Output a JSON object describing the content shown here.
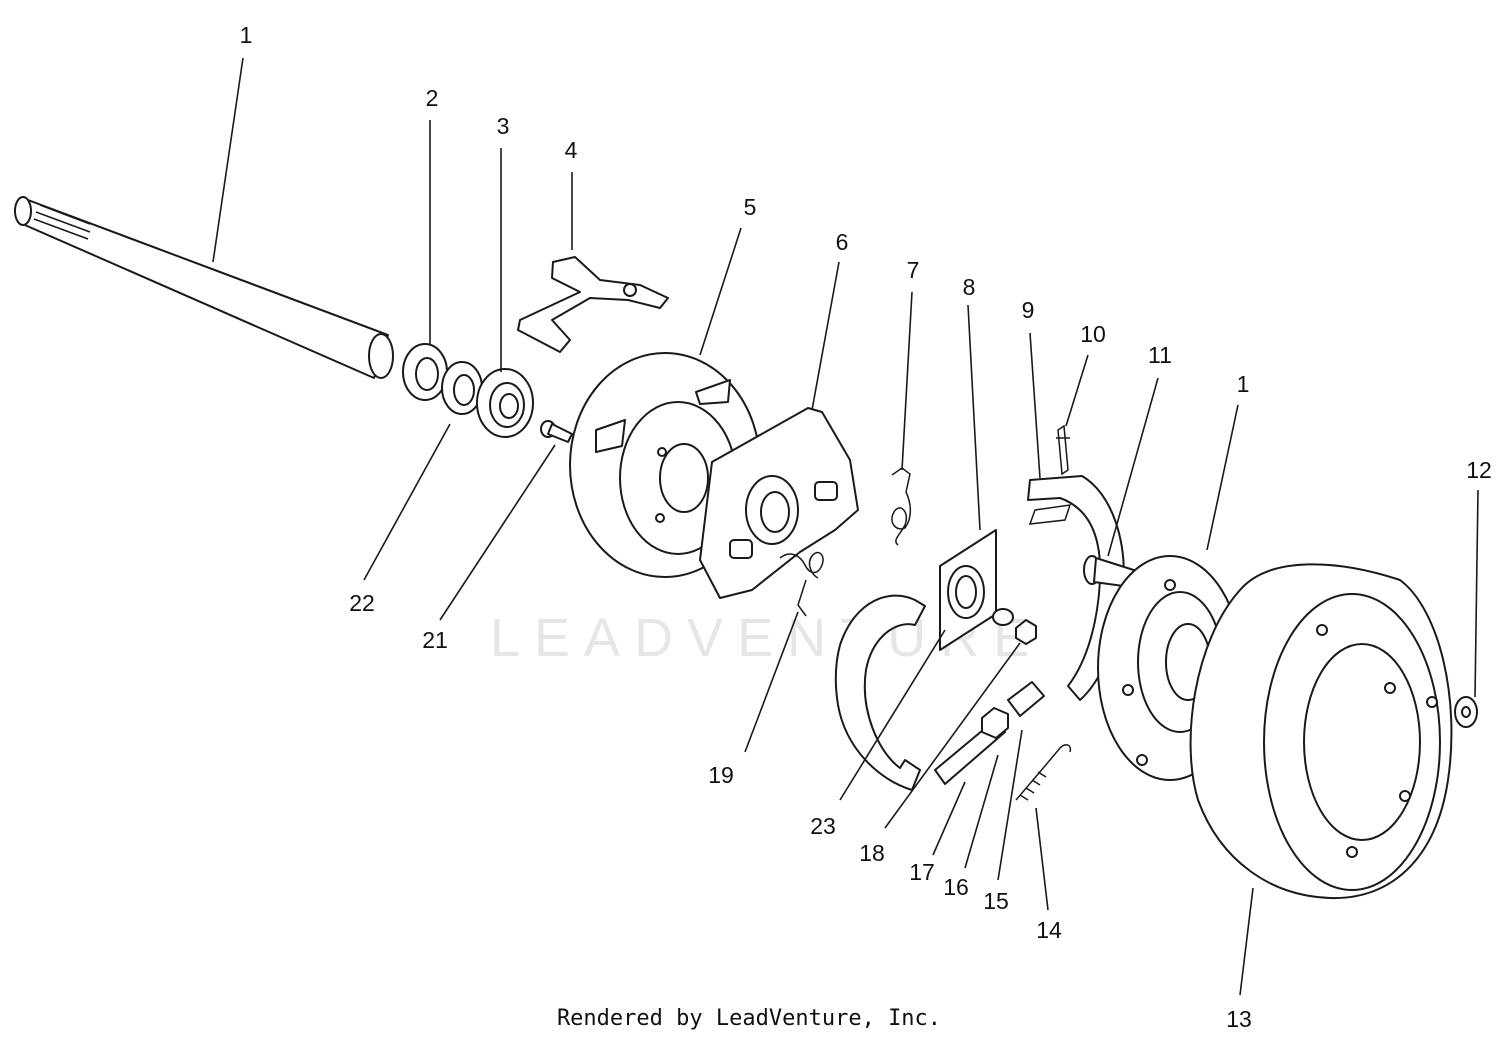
{
  "callouts": [
    "1",
    "2",
    "3",
    "4",
    "5",
    "6",
    "7",
    "8",
    "9",
    "10",
    "11",
    "1",
    "12",
    "22",
    "21",
    "19",
    "23",
    "18",
    "17",
    "16",
    "15",
    "14",
    "13"
  ],
  "watermark": "LEADVENTURE",
  "footer": "Rendered by LeadVenture, Inc."
}
